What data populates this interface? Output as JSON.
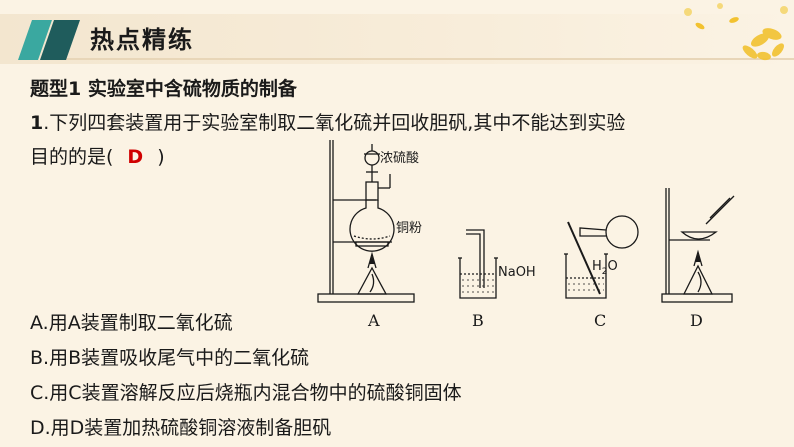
{
  "section": {
    "title": "热点精练"
  },
  "question_type": {
    "heading": "题型1  实验室中含硫物质的制备"
  },
  "question": {
    "number": "1",
    "stem_line1": ".下列四套装置用于实验室制取二氧化硫并回收胆矾,其中不能达到实验",
    "stem_line2_prefix": "目的的是(",
    "answer": "D",
    "stem_line2_suffix": ")"
  },
  "figure": {
    "labels": {
      "conc_acid": "浓硫酸",
      "copper": "铜粉",
      "naoh": "NaOH",
      "water_main": "H",
      "water_sub": "2",
      "water_end": "O"
    },
    "apparatus_labels": [
      "A",
      "B",
      "C",
      "D"
    ]
  },
  "options": [
    "A.用A装置制取二氧化硫",
    "B.用B装置吸收尾气中的二氧化硫",
    "C.用C装置溶解反应后烧瓶内混合物中的硫酸铜固体",
    "D.用D装置加热硫酸铜溶液制备胆矾"
  ],
  "colors": {
    "answer": "#d00000",
    "logo_dark": "#1f5c5c",
    "logo_light": "#3aa8a0",
    "flower": "#f2c230"
  }
}
